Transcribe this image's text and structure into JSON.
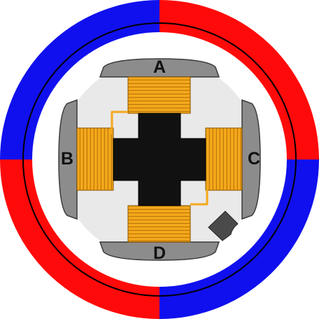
{
  "ring": {
    "top_left": "NORTH POLE",
    "top_right": "SOUTH POLE",
    "bottom_left": "SOUTH POLE",
    "bottom_right": "NORTH POLE"
  },
  "poles": {
    "top": "A",
    "left": "B",
    "right": "C",
    "bottom": "D"
  },
  "colors": {
    "north": "#1010ee",
    "south": "#ff0a0a",
    "shoe": "#8c8c8c",
    "coil": "#f5a81c",
    "rotor": "#111111",
    "bore": "#e9e9e9"
  }
}
